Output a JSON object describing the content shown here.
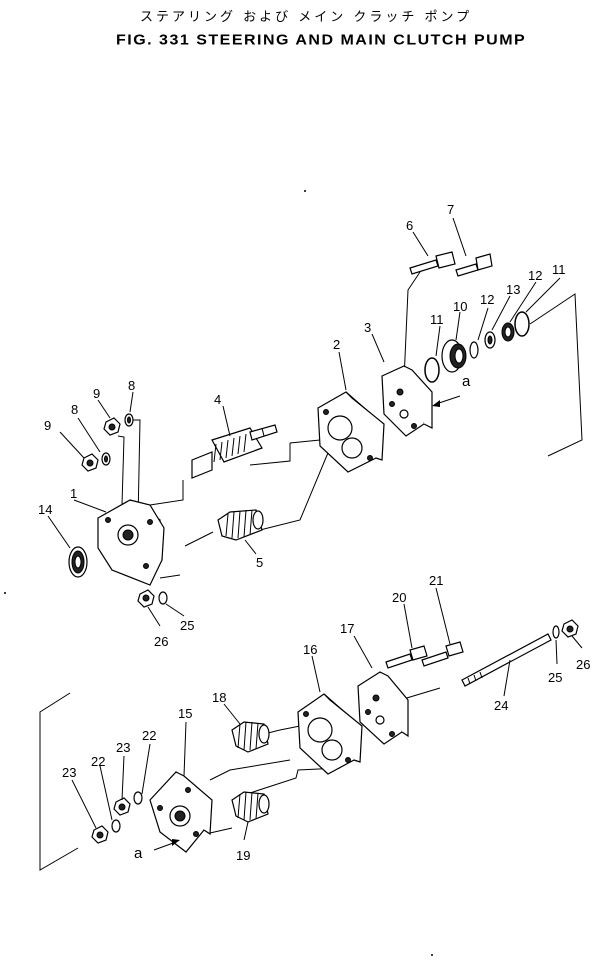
{
  "diagram": {
    "title_jp": "ステアリング および メイン クラッチ ポンプ",
    "title_en": "FIG. 331  STEERING AND MAIN CLUTCH PUMP",
    "view_marker": "a",
    "callouts": {
      "c1": "1",
      "c2": "2",
      "c3": "3",
      "c4": "4",
      "c5": "5",
      "c6": "6",
      "c7": "7",
      "c8a": "8",
      "c8b": "8",
      "c9a": "9",
      "c9b": "9",
      "c10": "10",
      "c11a": "11",
      "c11b": "11",
      "c12a": "12",
      "c12b": "12",
      "c13": "13",
      "c14": "14",
      "c15": "15",
      "c16": "16",
      "c17": "17",
      "c18": "18",
      "c19": "19",
      "c20": "20",
      "c21": "21",
      "c22a": "22",
      "c22b": "22",
      "c23a": "23",
      "c23b": "23",
      "c24": "24",
      "c25a": "25",
      "c25b": "25",
      "c26a": "26",
      "c26b": "26"
    }
  }
}
